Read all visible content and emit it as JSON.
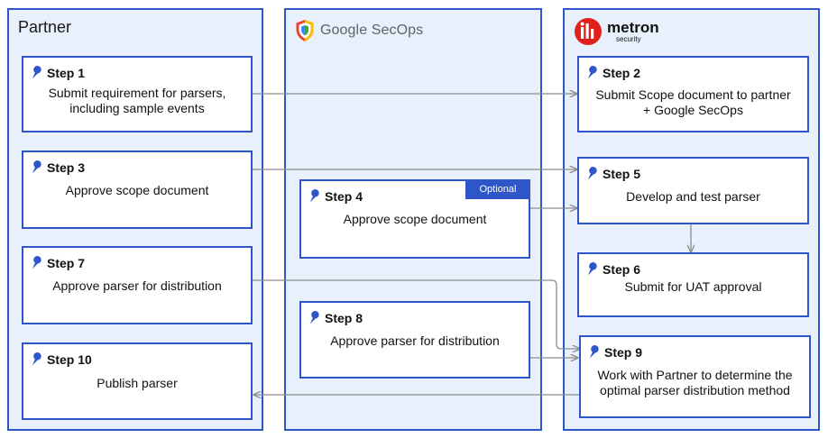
{
  "lanes": {
    "partner": {
      "title": "Partner"
    },
    "google": {
      "brand": "Google SecOps"
    },
    "metron": {
      "brand": "metron",
      "brand_sub": "security"
    }
  },
  "steps": [
    {
      "id": "step-1",
      "title": "Step 1",
      "description": "Submit requirement for parsers,\nincluding sample events"
    },
    {
      "id": "step-2",
      "title": "Step 2",
      "description": "Submit Scope document to partner\n+ Google SecOps"
    },
    {
      "id": "step-3",
      "title": "Step 3",
      "description": "Approve scope document"
    },
    {
      "id": "step-4",
      "title": "Step 4",
      "description": "Approve scope document",
      "badge": "Optional"
    },
    {
      "id": "step-5",
      "title": "Step 5",
      "description": "Develop and test parser"
    },
    {
      "id": "step-6",
      "title": "Step 6",
      "description": "Submit for UAT approval"
    },
    {
      "id": "step-7",
      "title": "Step 7",
      "description": "Approve parser for distribution"
    },
    {
      "id": "step-8",
      "title": "Step 8",
      "description": "Approve parser for distribution"
    },
    {
      "id": "step-9",
      "title": "Step 9",
      "description": "Work with Partner to determine the\noptimal parser distribution method"
    },
    {
      "id": "step-10",
      "title": "Step 10",
      "description": "Publish parser"
    }
  ],
  "colors": {
    "lane_border": "#2f56c9",
    "lane_fill": "#e8f0fb",
    "pin": "#2f56c9",
    "arrow": "#8c8c8c",
    "metron_red": "#e0201b"
  },
  "icons": {
    "step": "pushpin-icon",
    "google": "google-secops-shield-icon",
    "metron": "metron-logo-icon"
  }
}
